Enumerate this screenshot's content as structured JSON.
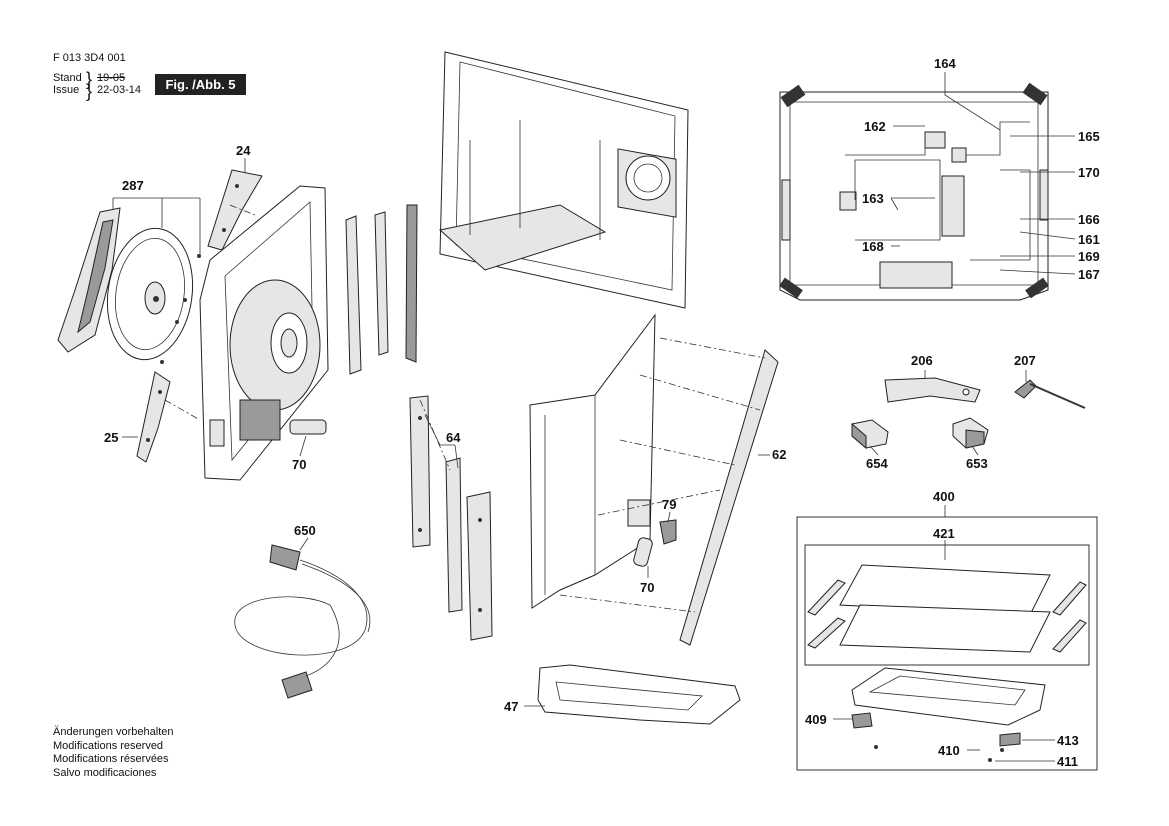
{
  "header": {
    "doc_number": "F 013 3D4 001",
    "stand_label": "Stand",
    "stand_value": "19-05",
    "issue_label": "Issue",
    "issue_value": "22-03-14",
    "figure_label": "Fig. /Abb. 5"
  },
  "notes": [
    "Änderungen vorbehalten",
    "Modifications reserved",
    "Modifications réservées",
    "Salvo modificaciones"
  ],
  "part_numbers": {
    "p24": "24",
    "p287": "287",
    "p25": "25",
    "p70a": "70",
    "p64": "64",
    "p650": "650",
    "p62": "62",
    "p79": "79",
    "p70b": "70",
    "p47": "47",
    "p164": "164",
    "p162": "162",
    "p165": "165",
    "p170": "170",
    "p163": "163",
    "p166": "166",
    "p161": "161",
    "p168": "168",
    "p169": "169",
    "p167": "167",
    "p206": "206",
    "p207": "207",
    "p654": "654",
    "p653": "653",
    "p400": "400",
    "p421": "421",
    "p409": "409",
    "p413": "413",
    "p410": "410",
    "p411": "411"
  }
}
